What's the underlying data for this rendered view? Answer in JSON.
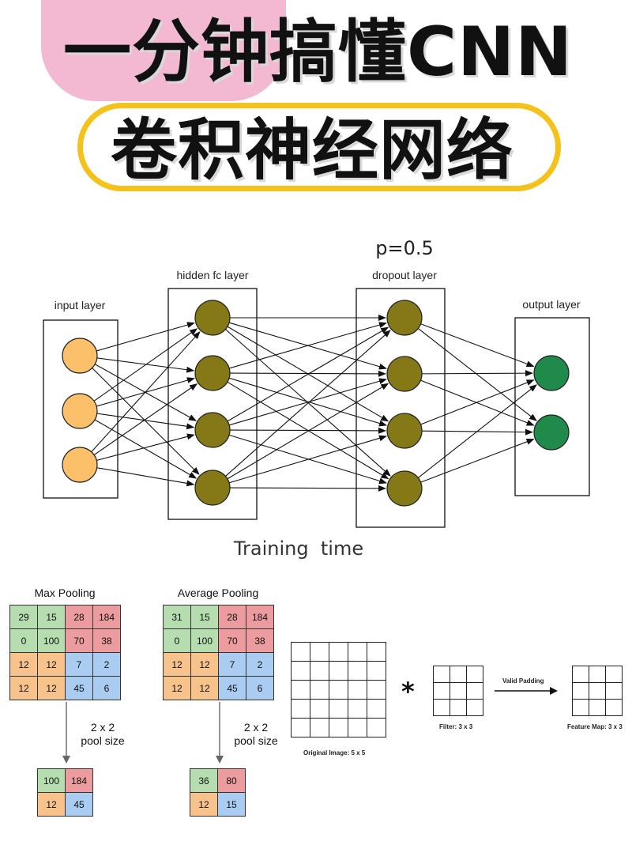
{
  "title": {
    "line1": "一分钟搞懂CNN",
    "line2": "卷积神经网络"
  },
  "network": {
    "dropout_prob": "p=0.5",
    "caption": "Training  time",
    "layers": [
      {
        "label": "input layer",
        "nodes": 3,
        "color": "#fcc06a"
      },
      {
        "label": "hidden fc layer",
        "nodes": 4,
        "color": "#857817"
      },
      {
        "label": "dropout layer",
        "nodes": 4,
        "color": "#857817"
      },
      {
        "label": "output layer",
        "nodes": 2,
        "color": "#208a4b"
      }
    ]
  },
  "max_pooling": {
    "title": "Max Pooling",
    "input": [
      [
        "29",
        "15",
        "28",
        "184"
      ],
      [
        "0",
        "100",
        "70",
        "38"
      ],
      [
        "12",
        "12",
        "7",
        "2"
      ],
      [
        "12",
        "12",
        "45",
        "6"
      ]
    ],
    "pool_size_lines": [
      "2 x 2",
      "pool size"
    ],
    "output": [
      [
        "100",
        "184"
      ],
      [
        "12",
        "45"
      ]
    ]
  },
  "average_pooling": {
    "title": "Average Pooling",
    "input": [
      [
        "31",
        "15",
        "28",
        "184"
      ],
      [
        "0",
        "100",
        "70",
        "38"
      ],
      [
        "12",
        "12",
        "7",
        "2"
      ],
      [
        "12",
        "12",
        "45",
        "6"
      ]
    ],
    "pool_size_lines": [
      "2 x 2",
      "pool size"
    ],
    "output": [
      [
        "36",
        "80"
      ],
      [
        "12",
        "15"
      ]
    ]
  },
  "quadrant_colors": {
    "top_left": "#b5ddb0",
    "top_right": "#ec9b9f",
    "bottom_left": "#f7c28c",
    "bottom_right": "#a9ccf0"
  },
  "convolution": {
    "operator": "*",
    "original_label": "Original Image: 5 x 5",
    "filter_label": "Filter: 3 x 3",
    "padding_label": "Valid Padding",
    "feature_label": "Feature Map: 3 x 3"
  }
}
